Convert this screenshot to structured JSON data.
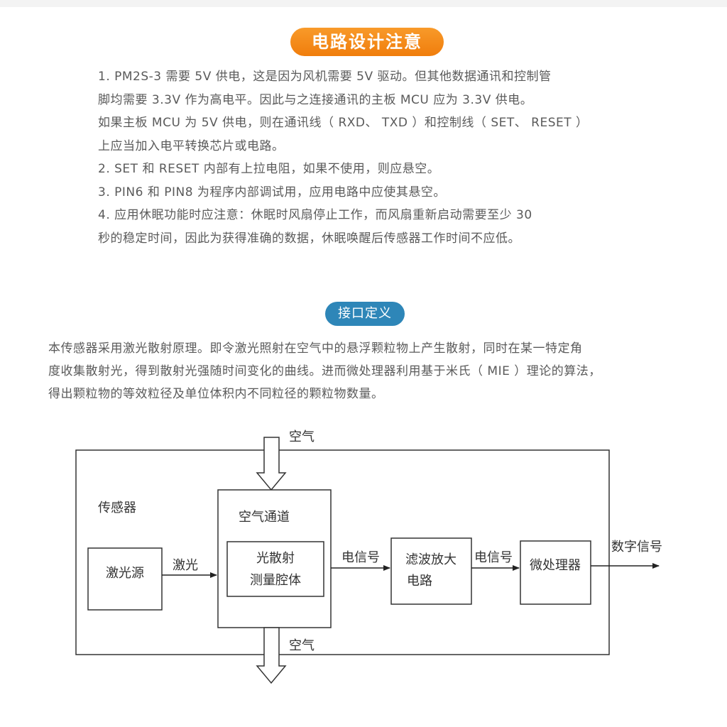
{
  "header": {
    "design_notes_title": "电路设计注意",
    "interface_title": "接口定义"
  },
  "design_notes": [
    "1. PM2S-3 需要 5V 供电，这是因为风机需要 5V 驱动。但其他数据通讯和控制管",
    "脚均需要 3.3V 作为高电平。因此与之连接通讯的主板 MCU 应为 3.3V 供电。",
    "如果主板 MCU 为 5V 供电，则在通讯线（ RXD、 TXD ）和控制线（ SET、 RESET ）",
    "上应当加入电平转换芯片或电路。",
    "2. SET 和 RESET 内部有上拉电阻，如果不使用，则应悬空。",
    "3. PIN6 和 PIN8 为程序内部调试用，应用电路中应使其悬空。",
    "4. 应用休眠功能时应注意：休眠时风扇停止工作，而风扇重新启动需要至少 30",
    "秒的稳定时间，因此为获得准确的数据，休眠唤醒后传感器工作时间不应低。"
  ],
  "intro": [
    "本传感器采用激光散射原理。即令激光照射在空气中的悬浮颗粒物上产生散射，同时在某一特定角",
    "度收集散射光，得到散射光强随时间变化的曲线。进而微处理器利用基于米氏（ MIE ）理论的算法，",
    "得出颗粒物的等效粒径及单位体积内不同粒径的颗粒物数量。"
  ],
  "diagram": {
    "air_in": "空气",
    "air_out": "空气",
    "sensor_label": "传感器",
    "air_channel": "空气通道",
    "laser_source": "激光源",
    "laser": "激光",
    "chamber_line1": "光散射",
    "chamber_line2": "测量腔体",
    "signal_1": "电信号",
    "filter_line1": "滤波放大",
    "filter_line2": "电路",
    "signal_2": "电信号",
    "processor": "微处理器",
    "digital_signal": "数字信号"
  }
}
